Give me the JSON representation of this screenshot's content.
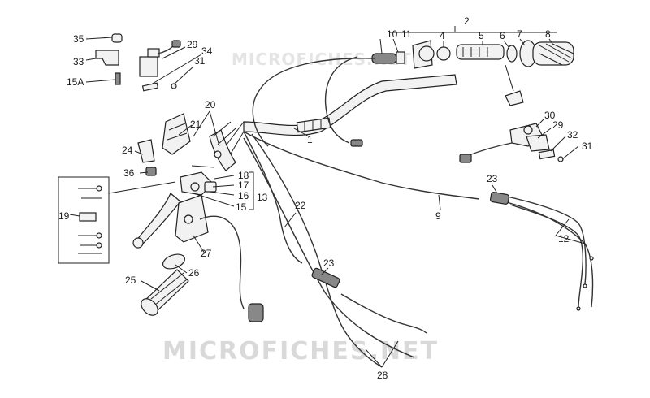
{
  "watermarks": {
    "top": "MICROFICHES.NET",
    "bottom": "MICROFICHES.NET"
  },
  "callouts": {
    "c1": "1",
    "c2": "2",
    "c4": "4",
    "c5": "5",
    "c6": "6",
    "c7": "7",
    "c8": "8",
    "c9": "9",
    "c10": "10",
    "c11": "11",
    "c12": "12",
    "c13": "13",
    "c15": "15",
    "c15a": "15A",
    "c16": "16",
    "c17": "17",
    "c18": "18",
    "c19": "19",
    "c20": "20",
    "c21": "21",
    "c22": "22",
    "c23a": "23",
    "c23b": "23",
    "c24": "24",
    "c25": "25",
    "c26": "26",
    "c27": "27",
    "c28": "28",
    "c29a": "29",
    "c29b": "29",
    "c30": "30",
    "c31a": "31",
    "c31b": "31",
    "c32": "32",
    "c33": "33",
    "c34": "34",
    "c35": "35",
    "c36": "36"
  }
}
